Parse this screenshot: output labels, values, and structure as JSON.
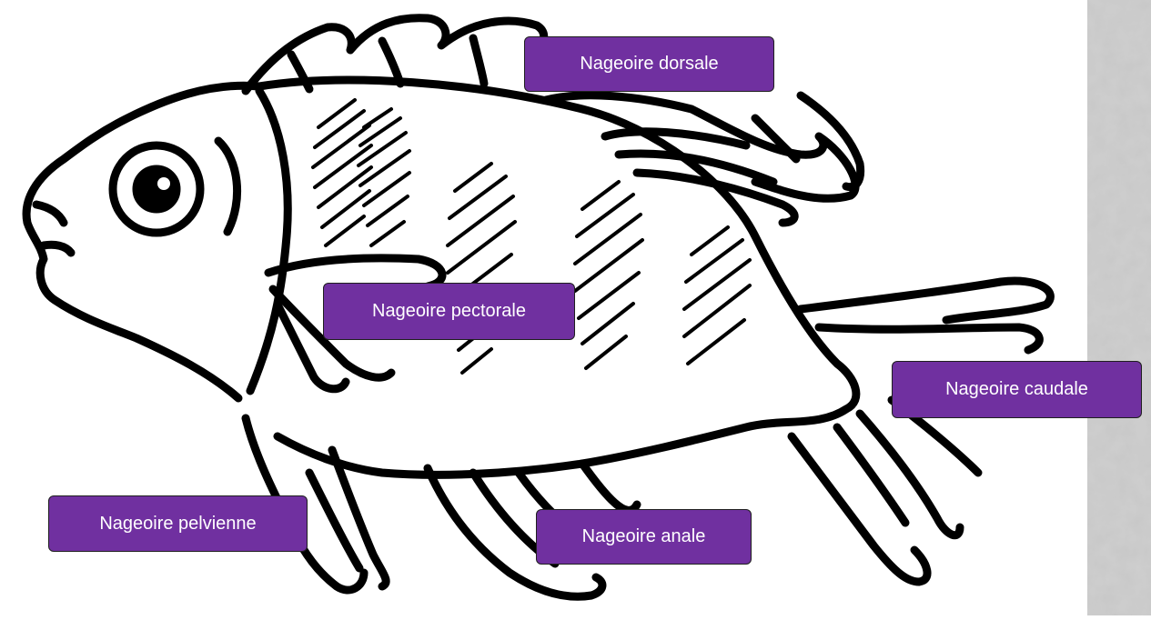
{
  "labels": {
    "dorsale": "Nageoire dorsale",
    "pectorale": "Nageoire pectorale",
    "caudale": "Nageoire caudale",
    "pelvienne": "Nageoire pelvienne",
    "anale": "Nageoire anale"
  },
  "colors": {
    "label_background": "#7030a0",
    "label_text": "#ffffff",
    "outline": "#000000",
    "stone": "#c9c9c9"
  }
}
